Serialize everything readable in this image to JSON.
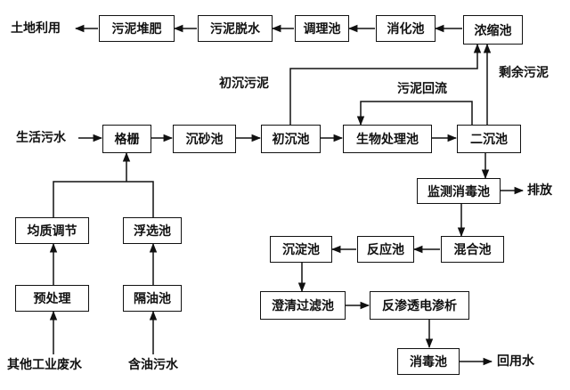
{
  "nodes": {
    "sludge_compost": "污泥堆肥",
    "sludge_dewater": "污泥脱水",
    "conditioning_tank": "调理池",
    "digestion_tank": "消化池",
    "thickening_tank": "浓缩池",
    "grid": "格栅",
    "grit_chamber": "沉砂池",
    "primary_settling": "初沉池",
    "biological_tank": "生物处理池",
    "secondary_settling": "二沉池",
    "monitor_disinfect": "监测消毒池",
    "homogenize": "均质调节",
    "flotation": "浮选池",
    "pretreatment": "预处理",
    "oil_separation": "隔油池",
    "sedimentation": "沉淀池",
    "reaction_tank": "反应池",
    "mixing_tank": "混合池",
    "clarify_filter": "澄清过滤池",
    "ro_edr": "反渗透电渗析",
    "disinfection": "消毒池"
  },
  "labels": {
    "land_use": "土地利用",
    "primary_sludge": "初沉污泥",
    "excess_sludge": "剩余污泥",
    "sludge_return": "污泥回流",
    "domestic_sewage": "生活污水",
    "discharge": "排放",
    "other_industrial": "其他工业废水",
    "oily_wastewater": "含油污水",
    "reuse_water": "回用水"
  },
  "colors": {
    "line": "#111111",
    "background": "#ffffff"
  }
}
